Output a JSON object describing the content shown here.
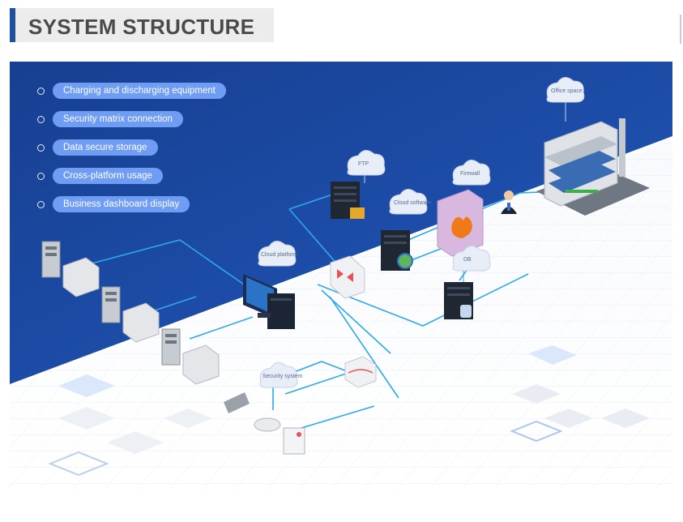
{
  "header": {
    "title": "SYSTEM STRUCTURE"
  },
  "features": [
    "Charging and discharging equipment",
    "Security matrix connection",
    "Data secure storage",
    "Cross-platform usage",
    "Business dashboard display"
  ],
  "clouds": {
    "ftp": "FTP",
    "firewall": "Firewall",
    "db": "DB",
    "cloud": "Cloud software",
    "office": "Office space",
    "platform": "Cloud platform",
    "security": "Security system"
  },
  "colors": {
    "banner": "#1d4fa6",
    "pill": "#6f9df4",
    "link": "#2ea8ee",
    "floor": "#f4f6fa"
  }
}
